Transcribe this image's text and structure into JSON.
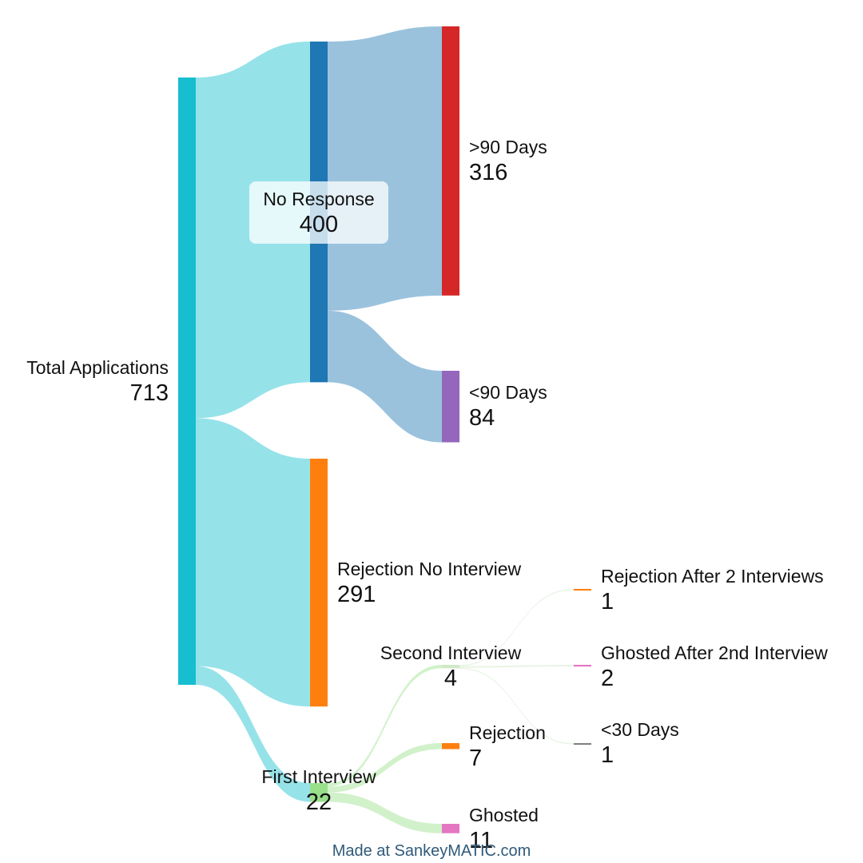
{
  "chart_data": {
    "type": "sankey",
    "nodes": [
      {
        "id": "total",
        "label": "Total Applications",
        "value": 713,
        "color": "#17becf"
      },
      {
        "id": "noresp",
        "label": "No Response",
        "value": 400,
        "color": "#1f77b4"
      },
      {
        "id": "rejno",
        "label": "Rejection No Interview",
        "value": 291,
        "color": "#ff7f0e"
      },
      {
        "id": "first",
        "label": "First Interview",
        "value": 22,
        "color": "#98df8a"
      },
      {
        "id": "gt90",
        "label": ">90 Days",
        "value": 316,
        "color": "#d62728"
      },
      {
        "id": "lt90",
        "label": "<90 Days",
        "value": 84,
        "color": "#9467bd"
      },
      {
        "id": "second",
        "label": "Second Interview",
        "value": 4,
        "color": "#cfe8c7"
      },
      {
        "id": "rej",
        "label": "Rejection",
        "value": 7,
        "color": "#ff7f0e"
      },
      {
        "id": "ghosted",
        "label": "Ghosted",
        "value": 11,
        "color": "#e377c2"
      },
      {
        "id": "rej2",
        "label": "Rejection After 2 Interviews",
        "value": 1,
        "color": "#ff7f0e"
      },
      {
        "id": "ghost2",
        "label": "Ghosted After 2nd Interview",
        "value": 2,
        "color": "#e377c2"
      },
      {
        "id": "lt30",
        "label": "<30 Days",
        "value": 1,
        "color": "#7f7f7f"
      }
    ],
    "links": [
      {
        "source": "total",
        "target": "noresp",
        "value": 400
      },
      {
        "source": "total",
        "target": "rejno",
        "value": 291
      },
      {
        "source": "total",
        "target": "first",
        "value": 22
      },
      {
        "source": "noresp",
        "target": "gt90",
        "value": 316
      },
      {
        "source": "noresp",
        "target": "lt90",
        "value": 84
      },
      {
        "source": "first",
        "target": "second",
        "value": 4
      },
      {
        "source": "first",
        "target": "rej",
        "value": 7
      },
      {
        "source": "first",
        "target": "ghosted",
        "value": 11
      },
      {
        "source": "second",
        "target": "rej2",
        "value": 1
      },
      {
        "source": "second",
        "target": "ghost2",
        "value": 2
      },
      {
        "source": "second",
        "target": "lt30",
        "value": 1
      }
    ]
  },
  "credit": "Made at SankeyMATIC.com"
}
